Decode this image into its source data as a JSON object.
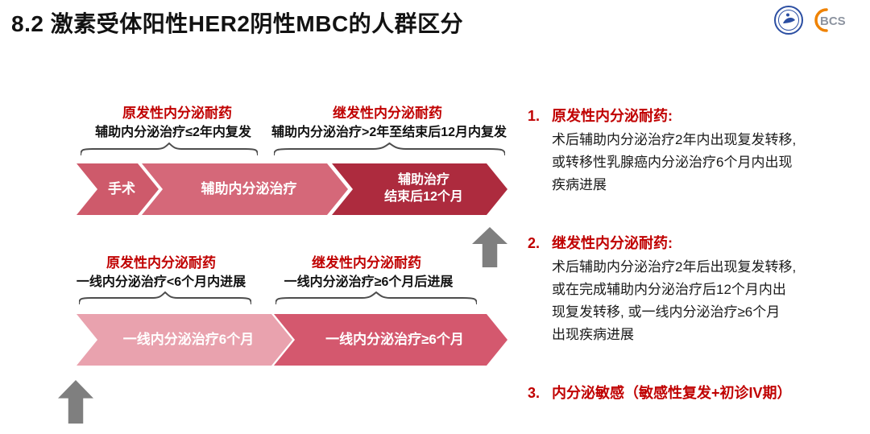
{
  "title": "8.2 激素受体阳性HER2阴性MBC的人群区分",
  "logos": {
    "hospital_logo": "hospital-emblem",
    "bcs_text": "BCS"
  },
  "colors": {
    "accent_red": "#c00000",
    "chevron_rose": "#d4586e",
    "chevron_rose_alt": "#d56879",
    "chevron_dark_red": "#ad2b3e",
    "chevron_light_pink": "#e9a2ae",
    "arrow_gray": "#7f7f7f",
    "brace_gray": "#4d4d4d",
    "logo_blue": "#2b4ea2",
    "logo_orange": "#ef8200"
  },
  "top_flow": {
    "primary_label": "原发性内分泌耐药",
    "primary_sub": "辅助内分泌治疗≤2年内复发",
    "secondary_label": "继发性内分泌耐药",
    "secondary_sub": "辅助内分泌治疗>2年至结束后12月内复发",
    "chevrons": [
      {
        "label": "手术",
        "color": "#ce5a6b"
      },
      {
        "label": "辅助内分泌治疗",
        "color": "#d56879"
      },
      {
        "label": "辅助治疗\n结束后12个月",
        "color": "#ad2b3e"
      }
    ]
  },
  "bottom_flow": {
    "primary_label": "原发性内分泌耐药",
    "primary_sub": "一线内分泌治疗<6个月内进展",
    "secondary_label": "继发性内分泌耐药",
    "secondary_sub": "一线内分泌治疗≥6个月后进展",
    "chevrons": [
      {
        "label": "一线内分泌治疗6个月",
        "color": "#e9a2ae"
      },
      {
        "label": "一线内分泌治疗≥6个月",
        "color": "#d4586e"
      }
    ]
  },
  "right_panel": {
    "items": [
      {
        "num": "1.",
        "heading": "原发性内分泌耐药:",
        "body": "术后辅助内分泌治疗2年内出现复发转移,\n或转移性乳腺癌内分泌治疗6个月内出现\n疾病进展"
      },
      {
        "num": "2.",
        "heading": "继发性内分泌耐药:",
        "body": "术后辅助内分泌治疗2年后出现复发转移,\n或在完成辅助内分泌治疗后12个月内出\n现复发转移, 或一线内分泌治疗≥6个月\n出现疾病进展"
      },
      {
        "num": "3.",
        "heading": "内分泌敏感（敏感性复发+初诊IV期）",
        "body": ""
      }
    ]
  }
}
